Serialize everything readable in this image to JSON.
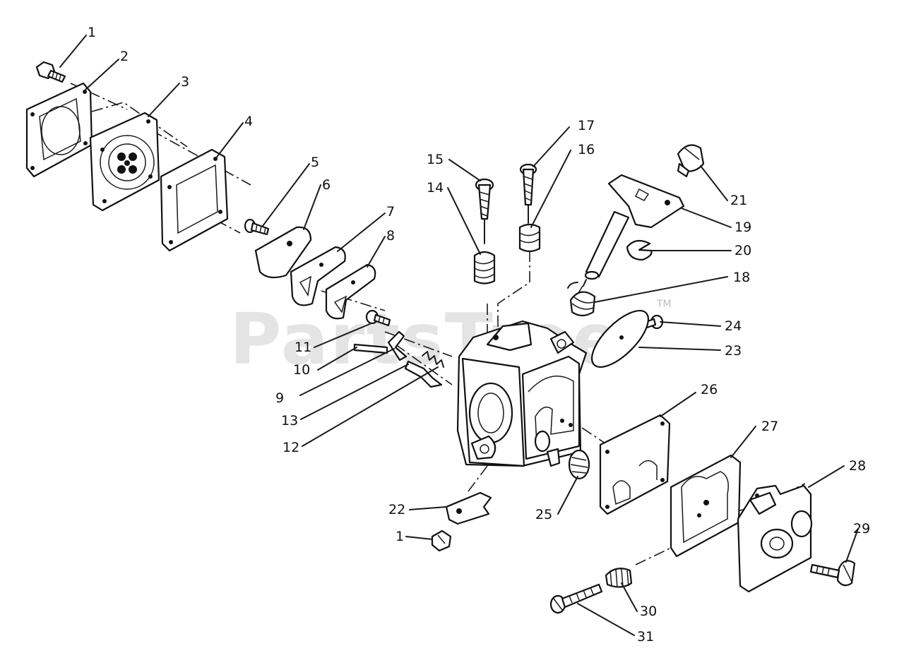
{
  "watermark": {
    "text": "PartsTree",
    "trademark": "TM"
  },
  "callouts": [
    "1",
    "2",
    "3",
    "4",
    "5",
    "6",
    "7",
    "8",
    "9",
    "10",
    "11",
    "12",
    "13",
    "14",
    "15",
    "16",
    "17",
    "18",
    "19",
    "20",
    "21",
    "22",
    "23",
    "24",
    "25",
    "26",
    "27",
    "28",
    "29",
    "30",
    "31",
    "1"
  ]
}
